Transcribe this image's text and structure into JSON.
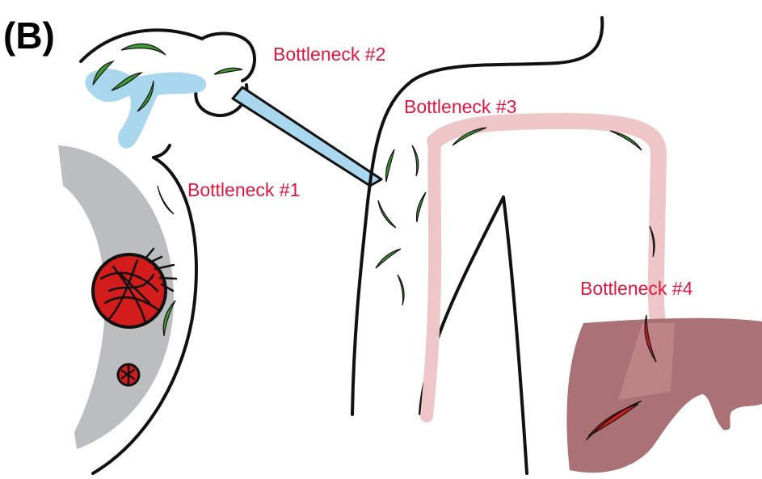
{
  "panel_label": "(B)",
  "bottlenecks": [
    {
      "id": 1,
      "label": "Bottleneck #1"
    },
    {
      "id": 2,
      "label": "Bottleneck #2"
    },
    {
      "id": 3,
      "label": "Bottleneck #3"
    },
    {
      "id": 4,
      "label": "Bottleneck #4"
    }
  ],
  "colors": {
    "label_red": "#e0163e",
    "parasite_green": "#3f9c35",
    "parasite_red": "#d31c1c",
    "saliva_blue": "#a9d7ee",
    "lymph_pink": "#efc6c8",
    "liver_brown": "#a56a6e",
    "skin_gray": "#bcbdbf",
    "outline": "#111111"
  }
}
